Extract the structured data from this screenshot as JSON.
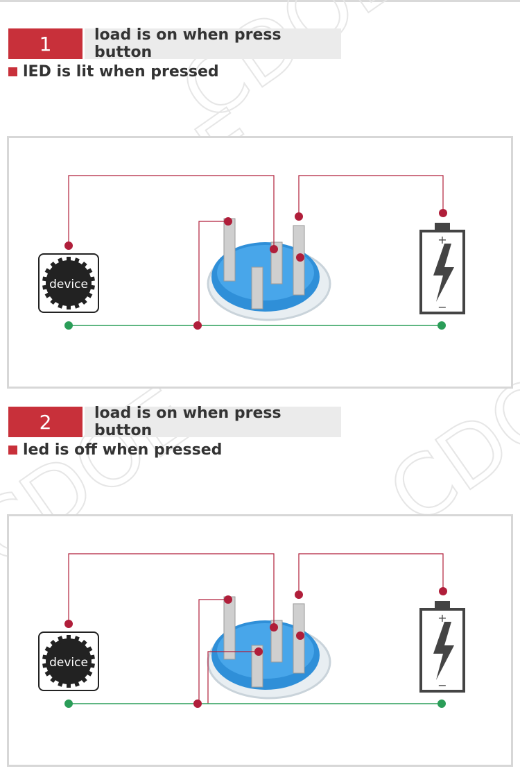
{
  "sections": [
    {
      "number": "1",
      "title": "load is on when press button",
      "subtitle": "lED is lit when pressed",
      "device_label": "device"
    },
    {
      "number": "2",
      "title": "load is on when press button",
      "subtitle": "led is off when pressed",
      "device_label": "device"
    }
  ],
  "battery": {
    "plus": "+",
    "minus": "−"
  },
  "watermark": "CDOE",
  "colors": {
    "accent_red": "#c8303a",
    "wire_red": "#b01e3a",
    "wire_green": "#2a9d58",
    "switch_blue": "#2f8fd8",
    "panel_border": "#d7d7d7",
    "title_bg": "#ebebeb"
  },
  "icons": [
    "gear-icon",
    "battery-icon",
    "lightning-icon",
    "push-button-switch-icon"
  ]
}
